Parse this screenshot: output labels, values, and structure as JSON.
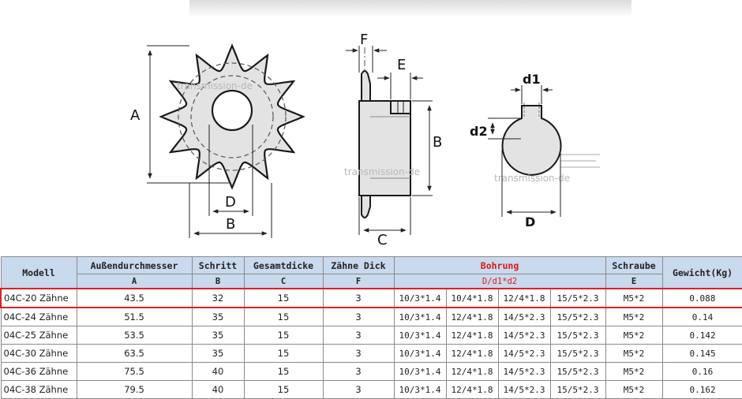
{
  "drawing": {
    "labels": {
      "A": "A",
      "B1": "B",
      "D1": "D",
      "F": "F",
      "E": "E",
      "B2": "B",
      "C": "C",
      "d1": "d1",
      "d2": "d2",
      "D2": "D"
    },
    "watermark": "transmission-de"
  },
  "table": {
    "headers": {
      "modell": "Modell",
      "aussen": "Außendurchmesser",
      "schritt": "Schritt",
      "gesamt": "Gesamtdicke",
      "zaehne": "Zähne Dick",
      "bohrung": "Bohrung",
      "schraube": "Schraube",
      "gewicht": "Gewicht(Kg)"
    },
    "subheaders": {
      "aussen": "A",
      "schritt": "B",
      "gesamt": "C",
      "zaehne": "F",
      "bohrung": "D/d1*d2",
      "schraube": "E"
    },
    "rows": [
      {
        "model": "04C-20 Zähne",
        "a": "43.5",
        "b": "32",
        "c": "15",
        "f": "3",
        "b1": "10/3*1.4",
        "b2": "10/4*1.8",
        "b3": "12/4*1.8",
        "b4": "15/5*2.3",
        "e": "M5*2",
        "kg": "0.088"
      },
      {
        "model": "04C-24 Zähne",
        "a": "51.5",
        "b": "35",
        "c": "15",
        "f": "3",
        "b1": "10/3*1.4",
        "b2": "12/4*1.8",
        "b3": "14/5*2.3",
        "b4": "15/5*2.3",
        "e": "M5*2",
        "kg": "0.14"
      },
      {
        "model": "04C-25 Zähne",
        "a": "53.5",
        "b": "35",
        "c": "15",
        "f": "3",
        "b1": "10/3*1.4",
        "b2": "12/4*1.8",
        "b3": "14/5*2.3",
        "b4": "15/5*2.3",
        "e": "M5*2",
        "kg": "0.142"
      },
      {
        "model": "04C-30 Zähne",
        "a": "63.5",
        "b": "35",
        "c": "15",
        "f": "3",
        "b1": "10/3*1.4",
        "b2": "12/4*1.8",
        "b3": "14/5*2.3",
        "b4": "15/5*2.3",
        "e": "M5*2",
        "kg": "0.145"
      },
      {
        "model": "04C-36 Zähne",
        "a": "75.5",
        "b": "40",
        "c": "15",
        "f": "3",
        "b1": "10/3*1.4",
        "b2": "12/4*1.8",
        "b3": "14/5*2.3",
        "b4": "15/5*2.3",
        "e": "M5*2",
        "kg": "0.16"
      },
      {
        "model": "04C-38 Zähne",
        "a": "79.5",
        "b": "40",
        "c": "15",
        "f": "3",
        "b1": "10/3*1.4",
        "b2": "12/4*1.8",
        "b3": "14/5*2.3",
        "b4": "15/5*2.3",
        "e": "M5*2",
        "kg": "0.162"
      }
    ]
  }
}
